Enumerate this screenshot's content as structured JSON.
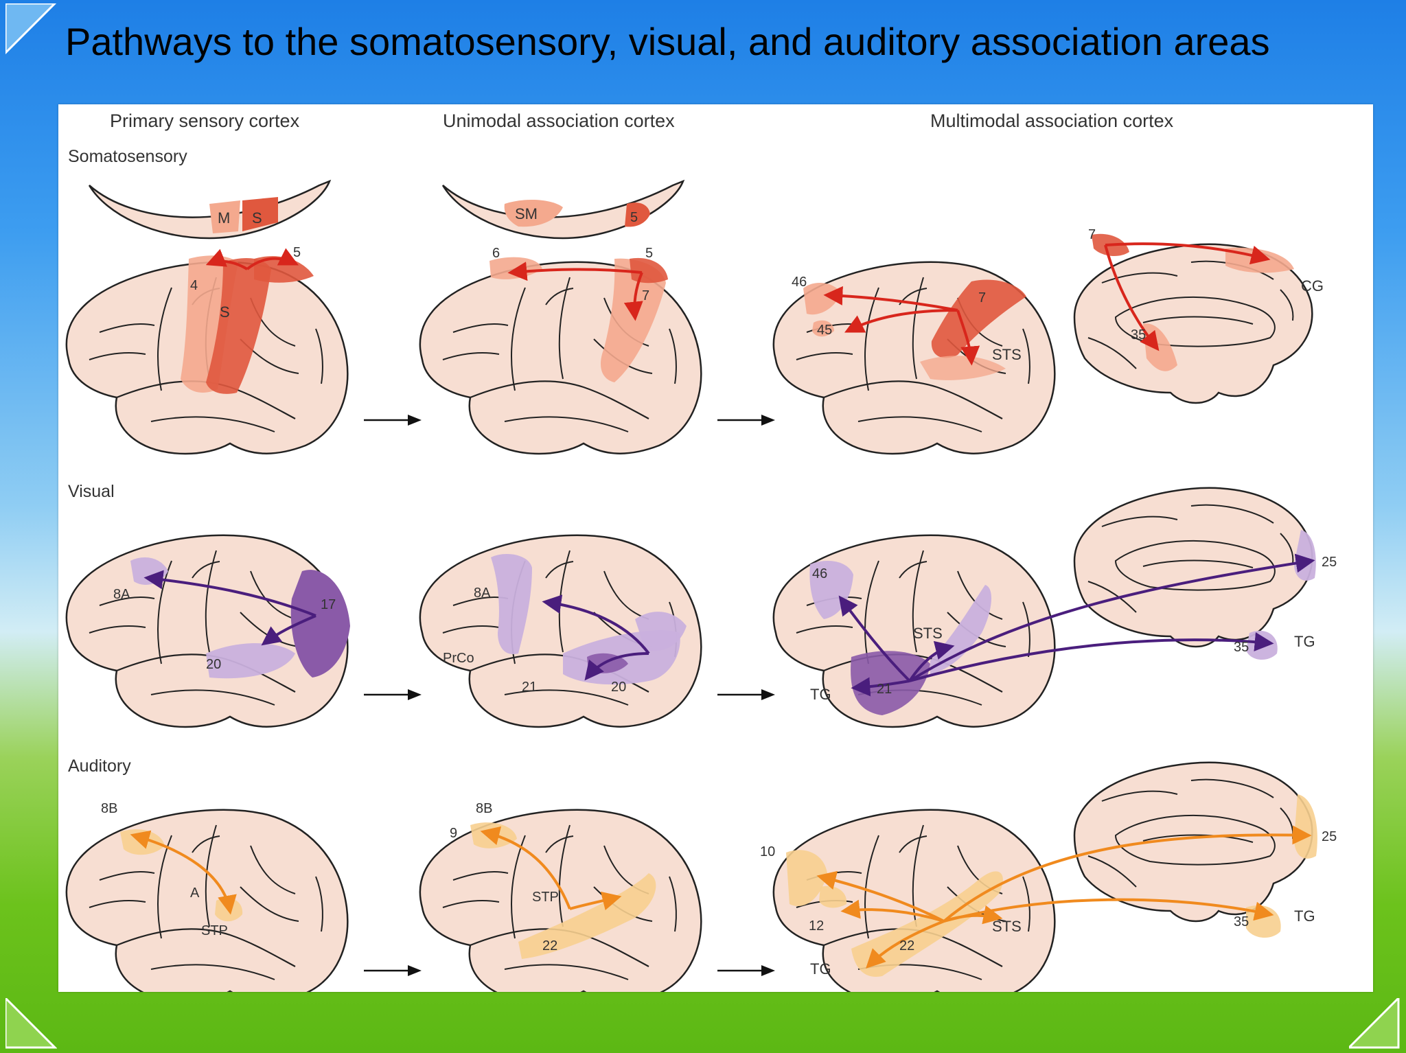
{
  "slide": {
    "title": "Pathways to the somatosensory, visual, and auditory association areas"
  },
  "figure": {
    "columns": [
      "Primary sensory cortex",
      "Unimodal association cortex",
      "Multimodal association cortex"
    ],
    "rows": [
      "Somatosensory",
      "Visual",
      "Auditory"
    ],
    "colors": {
      "somatosensory": "#e0412a",
      "visual": "#4a1e7d",
      "auditory": "#f08a1e",
      "brain": "#f7ded2"
    },
    "labels": {
      "s1": {
        "m": "M",
        "s": "S",
        "n4": "4",
        "s2": "S",
        "n5": "5"
      },
      "s2": {
        "sm": "SM",
        "n5top": "5",
        "n6": "6",
        "n5": "5",
        "n7": "7"
      },
      "s3": {
        "n46": "46",
        "n45": "45",
        "n7": "7",
        "sts": "STS",
        "n7m": "7",
        "cg": "CG",
        "n35": "35"
      },
      "v1": {
        "n8a": "8A",
        "n17": "17",
        "n20": "20"
      },
      "v2": {
        "n8a": "8A",
        "prco": "PrCo",
        "n21": "21",
        "n20": "20"
      },
      "v3": {
        "n46": "46",
        "sts": "STS",
        "tg": "TG",
        "n21": "21",
        "n25": "25",
        "n35": "35",
        "tgm": "TG"
      },
      "a1": {
        "n8b": "8B",
        "a": "A",
        "stp": "STP"
      },
      "a2": {
        "n8b": "8B",
        "n9": "9",
        "stp": "STP",
        "n22": "22"
      },
      "a3": {
        "n10": "10",
        "n12": "12",
        "tg": "TG",
        "n22": "22",
        "sts": "STS",
        "n25": "25",
        "n35": "35",
        "tgm": "TG"
      }
    }
  }
}
